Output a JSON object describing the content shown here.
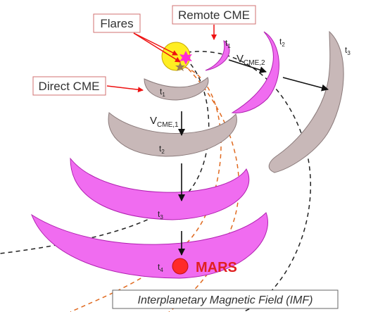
{
  "labels": {
    "flares": "Flares",
    "remote_cme": "Remote CME",
    "direct_cme": "Direct CME",
    "imf": "Interplanetary Magnetic Field (IMF)",
    "mars": "MARS",
    "v_cme1_main": "V",
    "v_cme1_sub": "CME,1",
    "v_cme2_main": "V",
    "v_cme2_sub": "CME,2",
    "t": "t",
    "sub1": "1",
    "sub2": "2",
    "sub3": "3",
    "sub4": "4"
  },
  "colors": {
    "magenta_cme": "#f06cf0",
    "magenta_stroke": "#b020b0",
    "gray_cme": "#c8b8b8",
    "gray_stroke": "#8a7a7a",
    "sun": "#ffee22",
    "sun_stroke": "#c8a800",
    "arrow_red": "#ee1111",
    "imf_black": "#222222",
    "imf_orange": "#e06a20",
    "mars": "#ff2a2a",
    "box_stroke": "#d07070"
  }
}
